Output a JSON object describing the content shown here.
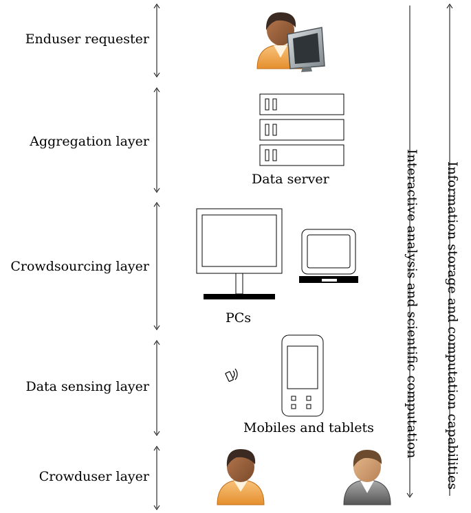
{
  "layers": [
    {
      "label": "Enduser requester"
    },
    {
      "label": "Aggregation layer"
    },
    {
      "label": "Crowdsourcing layer"
    },
    {
      "label": "Data sensing layer"
    },
    {
      "label": "Crowduser layer"
    }
  ],
  "captions": {
    "data_server": "Data server",
    "pcs": "PCs",
    "mobiles_tablets": "Mobiles and tablets"
  },
  "side_labels": {
    "interactive_analysis": "Interactive analysis and scientific computation",
    "information_storage": "Information storage and computation capabilities"
  },
  "icons": [
    "enduser-requester-icon",
    "data-server-icon",
    "desktop-pc-icon",
    "laptop-icon",
    "small-mobile-signal-icon",
    "tablet-icon",
    "crowduser-person-icon"
  ]
}
